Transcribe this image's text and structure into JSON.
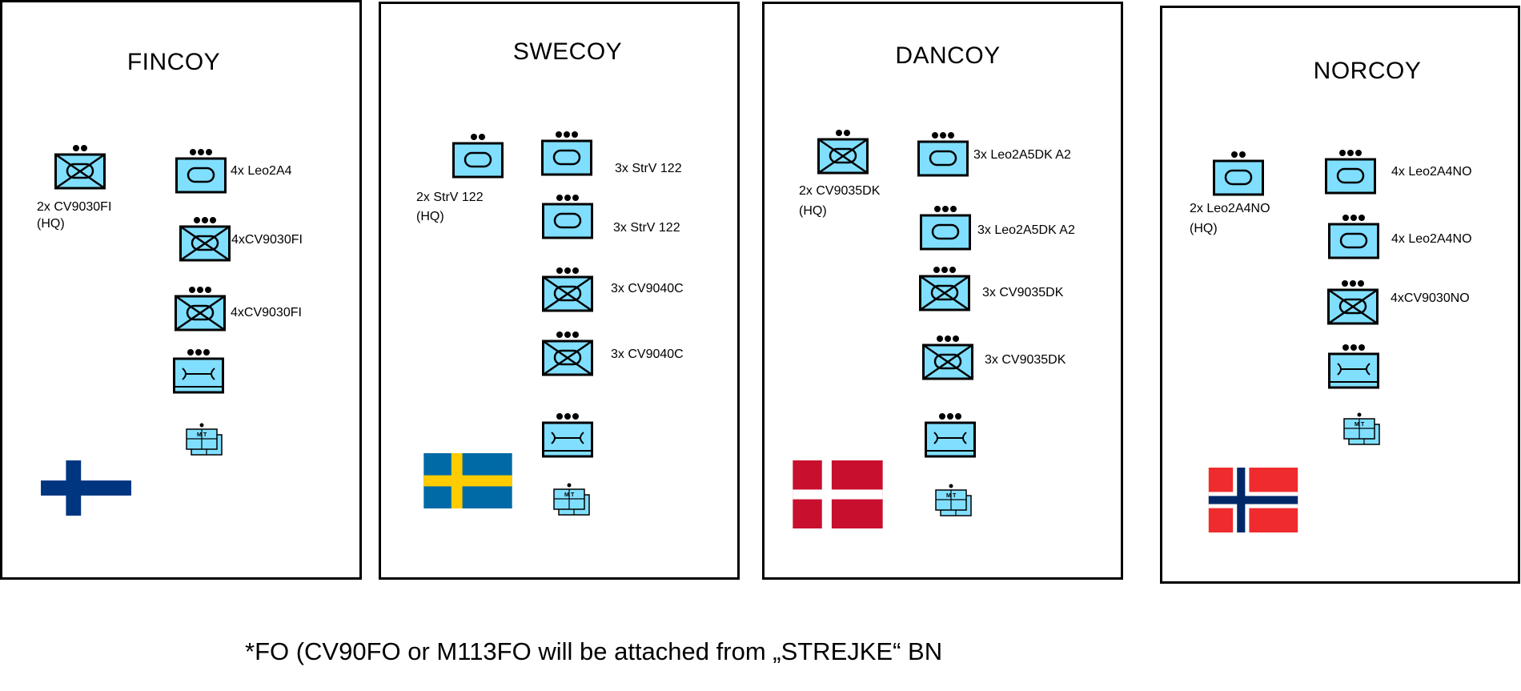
{
  "colors": {
    "symbol_fill": "#80dfff",
    "stroke": "#000000",
    "fi_blue": "#003580",
    "se_blue": "#006aa7",
    "se_yellow": "#fecc00",
    "dk_red": "#c8102e",
    "no_red": "#ef2b2d",
    "no_blue": "#002868"
  },
  "companies": [
    {
      "id": "fincoy",
      "title": "FINCOY",
      "flag": "finland-flag",
      "hq": {
        "symbol": "mechanized-infantry-icon",
        "echelon": 2,
        "label_line1": "2x CV9030FI",
        "label_line2": "(HQ)"
      },
      "platoons": [
        {
          "symbol": "armor-icon",
          "echelon": 3,
          "label": "4x Leo2A4"
        },
        {
          "symbol": "mechanized-infantry-icon",
          "echelon": 3,
          "label": "4xCV9030FI"
        },
        {
          "symbol": "mechanized-infantry-icon",
          "echelon": 3,
          "label": "4xCV9030FI"
        },
        {
          "symbol": "maintenance-icon",
          "echelon": 3,
          "label": ""
        },
        {
          "symbol": "medical-transport-icon",
          "echelon": 1,
          "label": "",
          "glyph": "MT"
        }
      ]
    },
    {
      "id": "swecoy",
      "title": "SWECOY",
      "flag": "sweden-flag",
      "hq": {
        "symbol": "armor-icon",
        "echelon": 2,
        "label_line1": "2x StrV 122",
        "label_line2": "(HQ)"
      },
      "platoons": [
        {
          "symbol": "armor-icon",
          "echelon": 3,
          "label": "3x StrV 122"
        },
        {
          "symbol": "armor-icon",
          "echelon": 3,
          "label": "3x StrV 122"
        },
        {
          "symbol": "mechanized-infantry-icon",
          "echelon": 3,
          "label": "3x CV9040C"
        },
        {
          "symbol": "mechanized-infantry-icon",
          "echelon": 3,
          "label": "3x CV9040C"
        },
        {
          "symbol": "maintenance-icon",
          "echelon": 3,
          "label": ""
        },
        {
          "symbol": "medical-transport-icon",
          "echelon": 1,
          "label": "",
          "glyph": "MT"
        }
      ]
    },
    {
      "id": "dancoy",
      "title": "DANCOY",
      "flag": "denmark-flag",
      "hq": {
        "symbol": "mechanized-infantry-icon",
        "echelon": 2,
        "label_line1": "2x CV9035DK",
        "label_line2": "(HQ)"
      },
      "platoons": [
        {
          "symbol": "armor-icon",
          "echelon": 3,
          "label": "3x Leo2A5DK A2"
        },
        {
          "symbol": "armor-icon",
          "echelon": 3,
          "label": "3x Leo2A5DK A2"
        },
        {
          "symbol": "mechanized-infantry-icon",
          "echelon": 3,
          "label": "3x CV9035DK"
        },
        {
          "symbol": "mechanized-infantry-icon",
          "echelon": 3,
          "label": "3x CV9035DK"
        },
        {
          "symbol": "maintenance-icon",
          "echelon": 3,
          "label": ""
        },
        {
          "symbol": "medical-transport-icon",
          "echelon": 1,
          "label": "",
          "glyph": "MT"
        }
      ]
    },
    {
      "id": "norcoy",
      "title": "NORCOY",
      "flag": "norway-flag",
      "hq": {
        "symbol": "armor-icon",
        "echelon": 2,
        "label_line1": "2x Leo2A4NO",
        "label_line2": "(HQ)"
      },
      "platoons": [
        {
          "symbol": "armor-icon",
          "echelon": 3,
          "label": "4x Leo2A4NO"
        },
        {
          "symbol": "armor-icon",
          "echelon": 3,
          "label": "4x Leo2A4NO"
        },
        {
          "symbol": "mechanized-infantry-icon",
          "echelon": 3,
          "label": "4xCV9030NO"
        },
        {
          "symbol": "maintenance-icon",
          "echelon": 3,
          "label": ""
        },
        {
          "symbol": "medical-transport-icon",
          "echelon": 1,
          "label": "",
          "glyph": "MT"
        }
      ]
    }
  ],
  "footnote": "*FO (CV90FO or M113FO will be attached from „STREJKE“ BN"
}
